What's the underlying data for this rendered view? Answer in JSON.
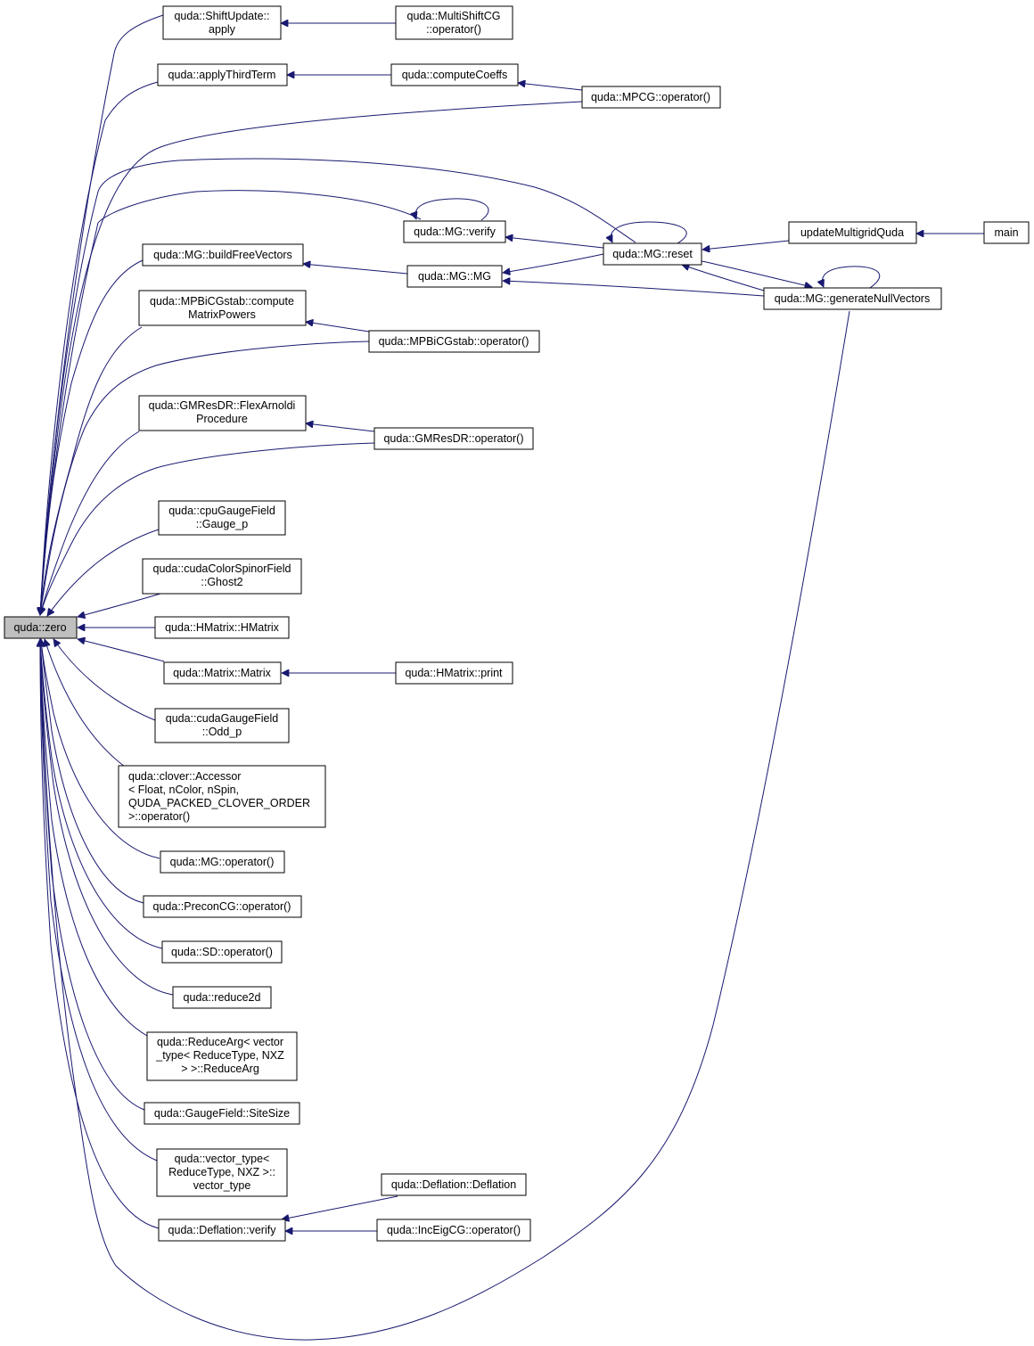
{
  "graph": {
    "root": "zero",
    "nodes": [
      {
        "id": "zero",
        "lines": [
          "quda::zero"
        ]
      },
      {
        "id": "shiftupdate",
        "lines": [
          "quda::ShiftUpdate::",
          "apply"
        ]
      },
      {
        "id": "multishift",
        "lines": [
          "quda::MultiShiftCG",
          "::operator()"
        ]
      },
      {
        "id": "applythird",
        "lines": [
          "quda::applyThirdTerm"
        ]
      },
      {
        "id": "computecoeffs",
        "lines": [
          "quda::computeCoeffs"
        ]
      },
      {
        "id": "mpcg",
        "lines": [
          "quda::MPCG::operator()"
        ]
      },
      {
        "id": "mgverify",
        "lines": [
          "quda::MG::verify"
        ]
      },
      {
        "id": "mgreset",
        "lines": [
          "quda::MG::reset"
        ]
      },
      {
        "id": "updatemg",
        "lines": [
          "updateMultigridQuda"
        ]
      },
      {
        "id": "main",
        "lines": [
          "main"
        ]
      },
      {
        "id": "buildfree",
        "lines": [
          "quda::MG::buildFreeVectors"
        ]
      },
      {
        "id": "mgmg",
        "lines": [
          "quda::MG::MG"
        ]
      },
      {
        "id": "gennull",
        "lines": [
          "quda::MG::generateNullVectors"
        ]
      },
      {
        "id": "mpbicgpow",
        "lines": [
          "quda::MPBiCGstab::compute",
          "MatrixPowers"
        ]
      },
      {
        "id": "mpbicgop",
        "lines": [
          "quda::MPBiCGstab::operator()"
        ]
      },
      {
        "id": "flexarnoldi",
        "lines": [
          "quda::GMResDR::FlexArnoldi",
          "Procedure"
        ]
      },
      {
        "id": "gmresdrop",
        "lines": [
          "quda::GMResDR::operator()"
        ]
      },
      {
        "id": "gaugep",
        "lines": [
          "quda::cpuGaugeField",
          "::Gauge_p"
        ]
      },
      {
        "id": "ghost2",
        "lines": [
          "quda::cudaColorSpinorField",
          "::Ghost2"
        ]
      },
      {
        "id": "hmatrix",
        "lines": [
          "quda::HMatrix::HMatrix"
        ]
      },
      {
        "id": "matrix",
        "lines": [
          "quda::Matrix::Matrix"
        ]
      },
      {
        "id": "hmatrixprint",
        "lines": [
          "quda::HMatrix::print"
        ]
      },
      {
        "id": "oddp",
        "lines": [
          "quda::cudaGaugeField",
          "::Odd_p"
        ]
      },
      {
        "id": "accessor",
        "lines": [
          "quda::clover::Accessor",
          "< Float, nColor, nSpin,",
          " QUDA_PACKED_CLOVER_ORDER",
          " >::operator()"
        ]
      },
      {
        "id": "mgop",
        "lines": [
          "quda::MG::operator()"
        ]
      },
      {
        "id": "preconcg",
        "lines": [
          "quda::PreconCG::operator()"
        ]
      },
      {
        "id": "sdop",
        "lines": [
          "quda::SD::operator()"
        ]
      },
      {
        "id": "reduce2d",
        "lines": [
          "quda::reduce2d"
        ]
      },
      {
        "id": "reducearg",
        "lines": [
          "quda::ReduceArg< vector",
          "_type< ReduceType, NXZ",
          " > >::ReduceArg"
        ]
      },
      {
        "id": "sitesize",
        "lines": [
          "quda::GaugeField::SiteSize"
        ]
      },
      {
        "id": "vectortype",
        "lines": [
          "quda::vector_type<",
          " ReduceType, NXZ >::",
          "vector_type"
        ]
      },
      {
        "id": "deflverify",
        "lines": [
          "quda::Deflation::verify"
        ]
      },
      {
        "id": "deflation",
        "lines": [
          "quda::Deflation::Deflation"
        ]
      },
      {
        "id": "inceig",
        "lines": [
          "quda::IncEigCG::operator()"
        ]
      }
    ]
  }
}
